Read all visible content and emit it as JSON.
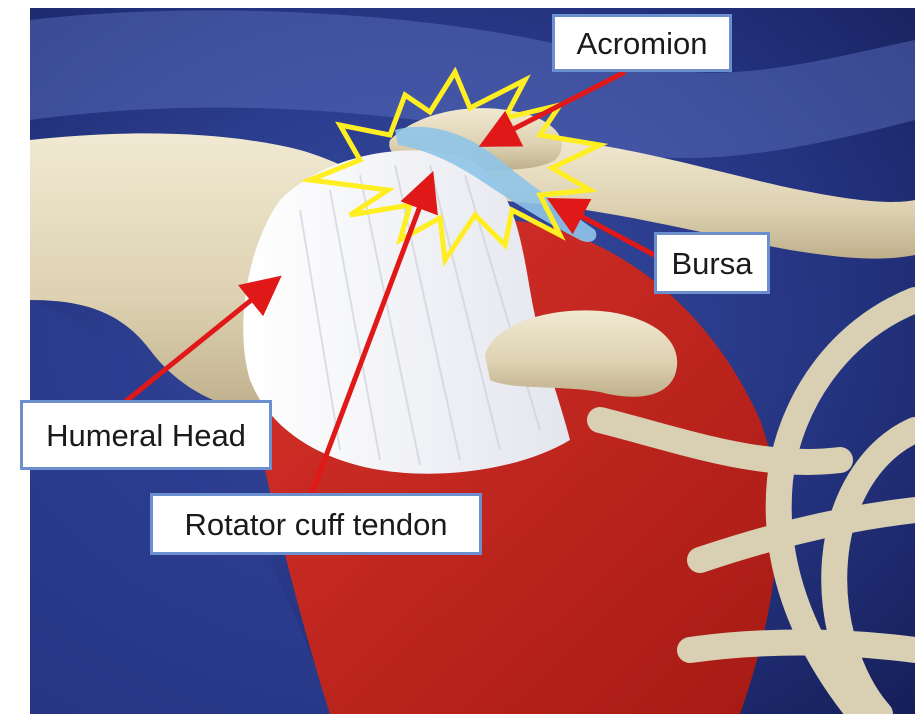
{
  "labels": {
    "acromion": "Acromion",
    "bursa": "Bursa",
    "humeral_head": "Humeral Head",
    "rotator_cuff_tendon": "Rotator cuff tendon"
  },
  "colors": {
    "background_blue": "#23307a",
    "bone": "#e6dcc0",
    "muscle_red": "#cc2a22",
    "tendon_white": "#f4f4f6",
    "bursa_blue": "#8fc4e8",
    "impingement_star": "#ffee22",
    "arrow_red": "#e01818",
    "label_border": "#6c8fd0"
  }
}
